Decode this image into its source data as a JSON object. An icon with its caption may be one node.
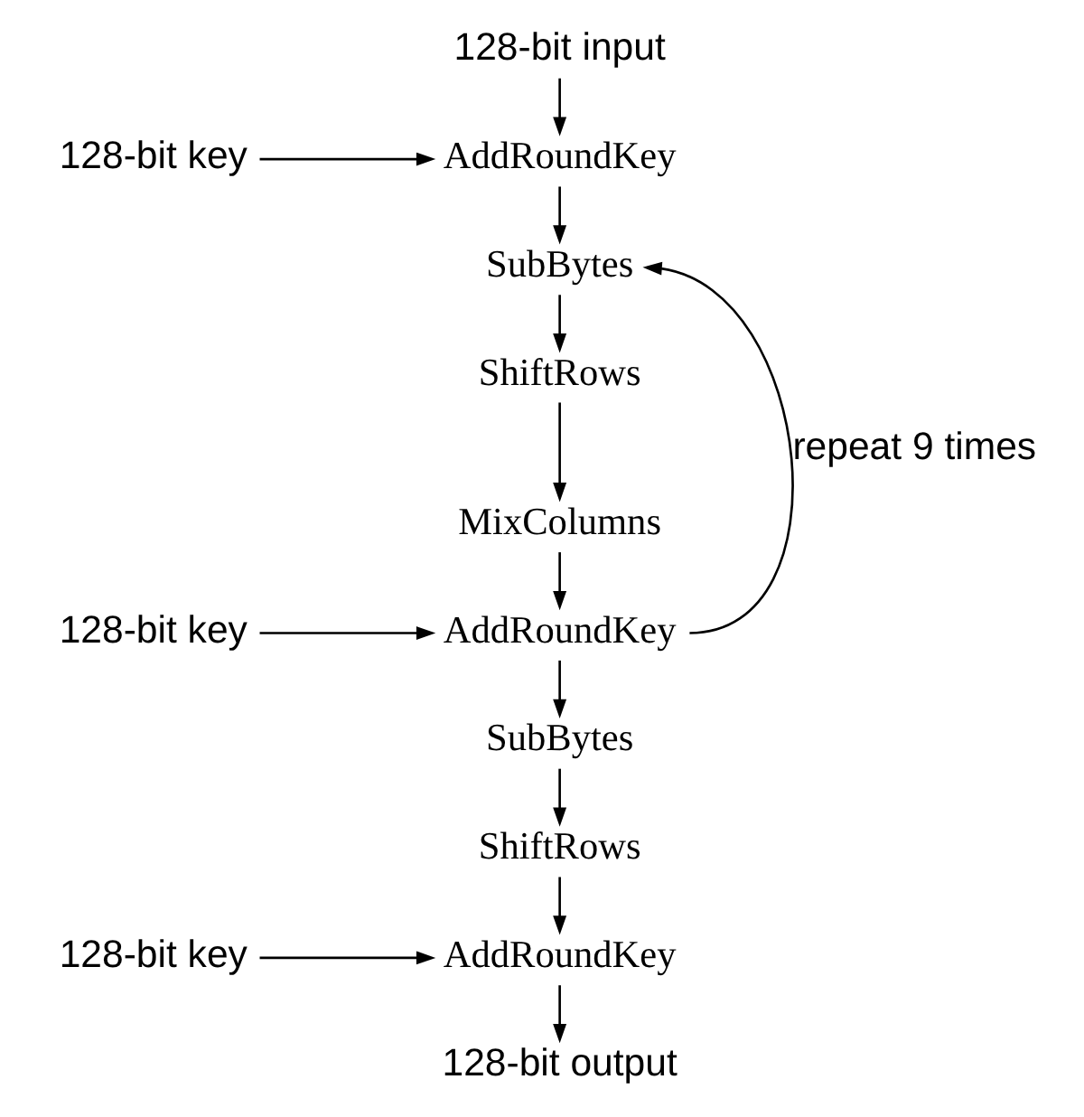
{
  "diagram": {
    "nodes": [
      {
        "text": [
          "128-bit input"
        ]
      },
      {
        "text": [
          "128-bit key"
        ]
      },
      {
        "text": [
          "AddRoundKey"
        ]
      },
      {
        "text": [
          "SubBytes"
        ]
      },
      {
        "text": [
          "ShiftRows"
        ]
      },
      {
        "text": [
          "MixColumns"
        ]
      },
      {
        "text": [
          "128-bit key"
        ]
      },
      {
        "text": [
          "AddRoundKey"
        ]
      },
      {
        "text": [
          "SubBytes"
        ]
      },
      {
        "text": [
          "ShiftRows"
        ]
      },
      {
        "text": [
          "128-bit key"
        ]
      },
      {
        "text": [
          "AddRoundKey"
        ]
      },
      {
        "text": [
          "128-bit output"
        ]
      }
    ],
    "edges": [
      {
        "from": 0,
        "to": 2,
        "arrow": "to"
      },
      {
        "from": 1,
        "to": 2,
        "arrow": "to"
      },
      {
        "from": 2,
        "to": 3,
        "arrow": "to"
      },
      {
        "from": 3,
        "to": 4,
        "arrow": "to"
      },
      {
        "from": 4,
        "to": 5,
        "arrow": "to"
      },
      {
        "from": 5,
        "to": 7,
        "arrow": "to"
      },
      {
        "from": 6,
        "to": 7,
        "arrow": "to"
      },
      {
        "from": 7,
        "to": 3,
        "arrow": "to",
        "label": "repeat 9 times"
      },
      {
        "from": 7,
        "to": 8,
        "arrow": "to"
      },
      {
        "from": 8,
        "to": 9,
        "arrow": "to"
      },
      {
        "from": 9,
        "to": 11,
        "arrow": "to"
      },
      {
        "from": 10,
        "to": 11,
        "arrow": "to"
      },
      {
        "from": 11,
        "to": 12,
        "arrow": "to"
      }
    ]
  }
}
